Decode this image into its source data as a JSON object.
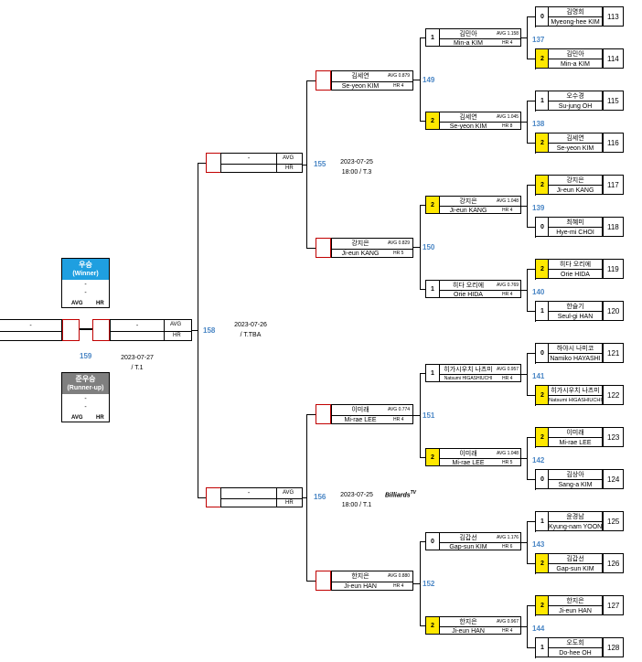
{
  "round1": [
    {
      "slot": "113",
      "kor": "김명희",
      "eng": "Myeong-hee KIM",
      "score": "0",
      "win": false
    },
    {
      "slot": "114",
      "kor": "김민아",
      "eng": "Min-a KIM",
      "score": "2",
      "win": true
    },
    {
      "slot": "115",
      "kor": "오수경",
      "eng": "Su-jung OH",
      "score": "1",
      "win": false
    },
    {
      "slot": "116",
      "kor": "김세연",
      "eng": "Se-yeon KIM",
      "score": "2",
      "win": true
    },
    {
      "slot": "117",
      "kor": "강지은",
      "eng": "Ji-eun KANG",
      "score": "2",
      "win": true
    },
    {
      "slot": "118",
      "kor": "최혜미",
      "eng": "Hye-mi CHOI",
      "score": "0",
      "win": false
    },
    {
      "slot": "119",
      "kor": "히다 오리에",
      "eng": "Orie HIDA",
      "score": "2",
      "win": true
    },
    {
      "slot": "120",
      "kor": "한슬기",
      "eng": "Seul-gi HAN",
      "score": "1",
      "win": false
    },
    {
      "slot": "121",
      "kor": "하야시 나미코",
      "eng": "Namiko HAYASHI",
      "score": "0",
      "win": false
    },
    {
      "slot": "122",
      "kor": "히가시우치 나츠미",
      "eng": "Natsumi HIGASHIUCHI",
      "score": "2",
      "win": true
    },
    {
      "slot": "123",
      "kor": "이미래",
      "eng": "Mi-rae LEE",
      "score": "2",
      "win": true
    },
    {
      "slot": "124",
      "kor": "김상아",
      "eng": "Sang-a KIM",
      "score": "0",
      "win": false
    },
    {
      "slot": "125",
      "kor": "윤경남",
      "eng": "Kyung-nam YOON",
      "score": "1",
      "win": false
    },
    {
      "slot": "126",
      "kor": "김갑선",
      "eng": "Gap-sun KIM",
      "score": "2",
      "win": true
    },
    {
      "slot": "127",
      "kor": "한지은",
      "eng": "Ji-eun HAN",
      "score": "2",
      "win": true
    },
    {
      "slot": "128",
      "kor": "오도희",
      "eng": "Do-hee OH",
      "score": "1",
      "win": false
    }
  ],
  "round2_matches": [
    "137",
    "138",
    "139",
    "140",
    "141",
    "142",
    "143",
    "144"
  ],
  "round2": [
    {
      "kor": "김민아",
      "eng": "Min-a KIM",
      "avg": "AVG 1.158",
      "hr": "HR 4",
      "score": "1",
      "win": false
    },
    {
      "kor": "김세연",
      "eng": "Se-yeon KIM",
      "avg": "AVG 1.045",
      "hr": "HR 8",
      "score": "2",
      "win": true
    },
    {
      "kor": "강지은",
      "eng": "Ji-eun KANG",
      "avg": "AVG 1.048",
      "hr": "HR 4",
      "score": "2",
      "win": true
    },
    {
      "kor": "히다 오리에",
      "eng": "Orie HIDA",
      "avg": "AVG 0.769",
      "hr": "HR 4",
      "score": "1",
      "win": false
    },
    {
      "kor": "히가시우치 나츠미",
      "eng": "Natsumi HIGASHIUCHI",
      "avg": "AVG 0.957",
      "hr": "HR 4",
      "score": "1",
      "win": false
    },
    {
      "kor": "이미래",
      "eng": "Mi-rae LEE",
      "avg": "AVG 1.048",
      "hr": "HR 5",
      "score": "2",
      "win": true
    },
    {
      "kor": "김갑선",
      "eng": "Gap-sun KIM",
      "avg": "AVG 1.176",
      "hr": "HR 6",
      "score": "0",
      "win": false
    },
    {
      "kor": "한지은",
      "eng": "Ji-eun HAN",
      "avg": "AVG 0.967",
      "hr": "HR 4",
      "score": "2",
      "win": true
    }
  ],
  "round3_matches": [
    "149",
    "150",
    "151",
    "152"
  ],
  "round3": [
    {
      "kor": "김세연",
      "eng": "Se-yeon KIM",
      "avg": "AVG 0.879",
      "hr": "HR 4"
    },
    {
      "kor": "강지은",
      "eng": "Ji-eun KANG",
      "avg": "AVG 0.829",
      "hr": "HR 5"
    },
    {
      "kor": "이미래",
      "eng": "Mi-rae LEE",
      "avg": "AVG 0.774",
      "hr": "HR 4"
    },
    {
      "kor": "한지은",
      "eng": "Ji-eun HAN",
      "avg": "AVG 0.880",
      "hr": "HR 4"
    }
  ],
  "semis": [
    {
      "match": "155",
      "name": "-",
      "avg": "AVG",
      "hr": "HR",
      "date": "2023-07-25",
      "time": "18:00 / T.3"
    },
    {
      "match": "156",
      "name": "-",
      "avg": "AVG",
      "hr": "HR",
      "date": "2023-07-25",
      "time": "18:00 / T.1"
    }
  ],
  "final_left": {
    "name": "-",
    "avg": "AVG",
    "hr": "HR",
    "match": "158",
    "date": "2023-07-26",
    "time": "/ T.TBA"
  },
  "final_right": {
    "name": "-"
  },
  "final": {
    "match": "159",
    "date": "2023-07-27",
    "time": "/ T.1"
  },
  "winner": {
    "title": "우승",
    "sub": "(Winner)",
    "l1": "-",
    "l2": "-",
    "avg": "AVG",
    "hr": "HR",
    "color": "#1f9fe0"
  },
  "runner": {
    "title": "준우승",
    "sub": "(Runner-up)",
    "l1": "-",
    "l2": "-",
    "avg": "AVG",
    "hr": "HR",
    "color": "#7f7f7f"
  },
  "logo": {
    "text": "Billiards",
    "sup": "TV"
  }
}
